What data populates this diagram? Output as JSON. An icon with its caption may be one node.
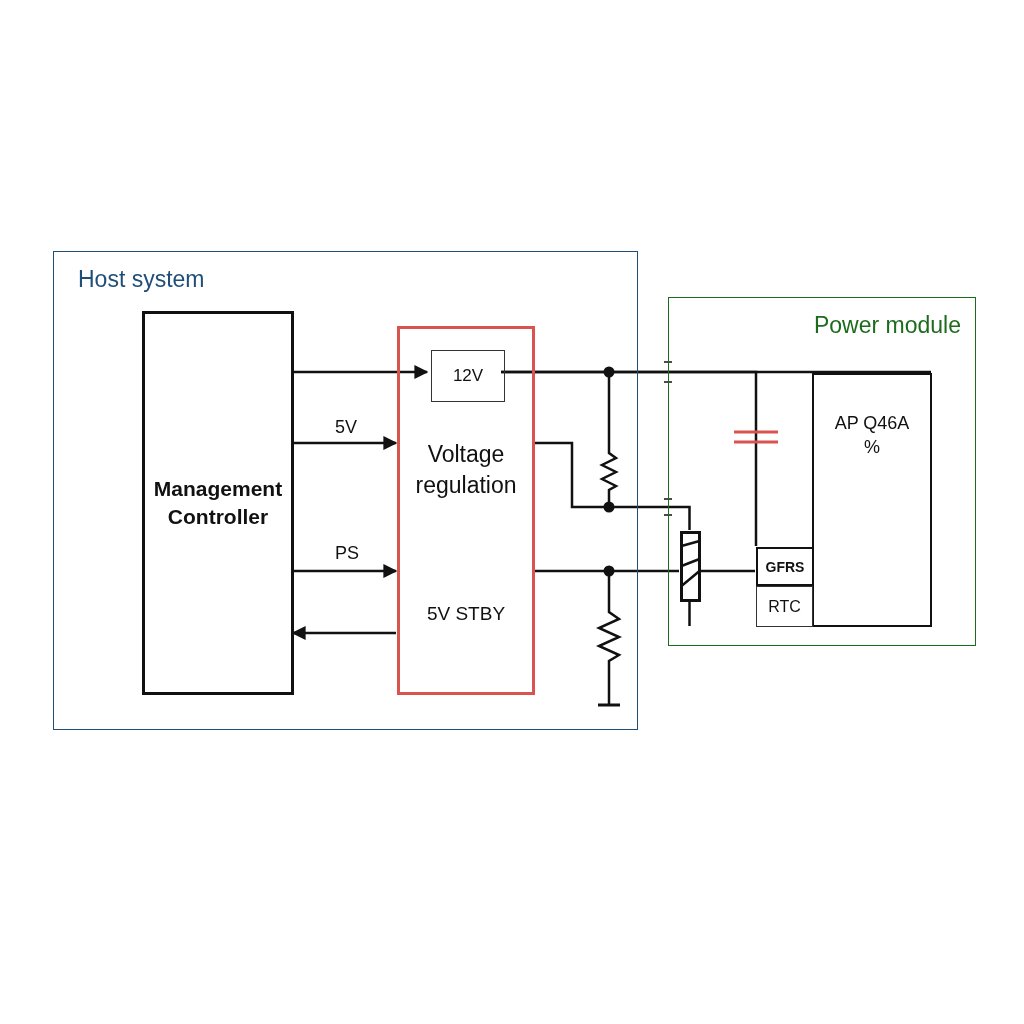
{
  "diagram": {
    "nodes": [
      {
        "text": [
          "Host system"
        ]
      },
      {
        "text": [
          "Management Controller"
        ],
        "in": 0
      },
      {
        "text": [
          "Voltage regulation",
          "5V STBY"
        ],
        "in": 0
      },
      {
        "text": [
          "12V"
        ],
        "in": 2
      },
      {
        "text": [
          "Power module"
        ]
      },
      {
        "text": [
          "AP Q46A %"
        ],
        "in": 4
      },
      {
        "text": [
          "GFRS"
        ],
        "in": 4
      },
      {
        "text": [
          "RTC"
        ],
        "in": 4
      },
      {
        "text": [],
        "shape": "varistor",
        "in": 4
      }
    ],
    "edges": [
      {
        "from": 1,
        "to": 3,
        "arrow": "to"
      },
      {
        "from": 1,
        "to": 2,
        "arrow": "to",
        "label": "5V"
      },
      {
        "from": 1,
        "to": 2,
        "arrow": "to",
        "label": "PS"
      },
      {
        "from": 2,
        "to": 1,
        "arrow": "to"
      },
      {
        "from": 3,
        "to": 5,
        "arrow": "none"
      },
      {
        "from": 2,
        "to": 8,
        "arrow": "none"
      },
      {
        "from": 2,
        "to": 8,
        "arrow": "none"
      },
      {
        "from": 3,
        "to": 6,
        "arrow": "none"
      },
      {
        "from": 8,
        "to": 6,
        "arrow": "none"
      }
    ]
  }
}
